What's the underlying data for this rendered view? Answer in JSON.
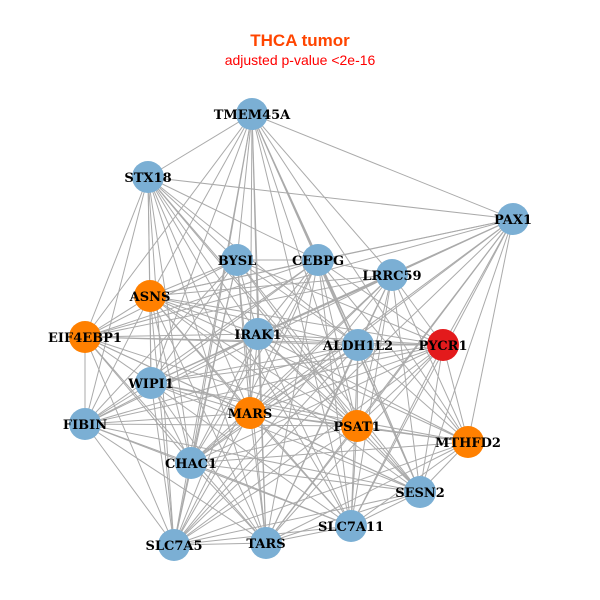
{
  "title": "THCA tumor",
  "subtitle": "adjusted p-value <2e-16",
  "colors": {
    "blue": "#7bafd4",
    "orange": "#ff8000",
    "red": "#e31a1c",
    "edge": "#aaaaaa"
  },
  "nodes": [
    {
      "id": "TMEM45A",
      "color": "blue"
    },
    {
      "id": "STX18",
      "color": "blue"
    },
    {
      "id": "PAX1",
      "color": "blue"
    },
    {
      "id": "BYSL",
      "color": "blue"
    },
    {
      "id": "CEBPG",
      "color": "blue"
    },
    {
      "id": "LRRC59",
      "color": "blue"
    },
    {
      "id": "ASNS",
      "color": "orange"
    },
    {
      "id": "EIF4EBP1",
      "color": "orange"
    },
    {
      "id": "IRAK1",
      "color": "blue"
    },
    {
      "id": "ALDH1L2",
      "color": "blue"
    },
    {
      "id": "PYCR1",
      "color": "red"
    },
    {
      "id": "WIPI1",
      "color": "blue"
    },
    {
      "id": "FIBIN",
      "color": "blue"
    },
    {
      "id": "MARS",
      "color": "orange"
    },
    {
      "id": "PSAT1",
      "color": "orange"
    },
    {
      "id": "MTHFD2",
      "color": "orange"
    },
    {
      "id": "CHAC1",
      "color": "blue"
    },
    {
      "id": "SESN2",
      "color": "blue"
    },
    {
      "id": "SLC7A11",
      "color": "blue"
    },
    {
      "id": "SLC7A5",
      "color": "blue"
    },
    {
      "id": "TARS",
      "color": "blue"
    }
  ],
  "edges": [
    [
      "TMEM45A",
      "STX18"
    ],
    [
      "TMEM45A",
      "PAX1"
    ],
    [
      "TMEM45A",
      "BYSL"
    ],
    [
      "TMEM45A",
      "CEBPG"
    ],
    [
      "TMEM45A",
      "LRRC59"
    ],
    [
      "TMEM45A",
      "ASNS"
    ],
    [
      "TMEM45A",
      "EIF4EBP1"
    ],
    [
      "TMEM45A",
      "IRAK1"
    ],
    [
      "TMEM45A",
      "ALDH1L2"
    ],
    [
      "TMEM45A",
      "WIPI1"
    ],
    [
      "TMEM45A",
      "MARS"
    ],
    [
      "TMEM45A",
      "PSAT1"
    ],
    [
      "TMEM45A",
      "CHAC1"
    ],
    [
      "TMEM45A",
      "SESN2"
    ],
    [
      "TMEM45A",
      "SLC7A11"
    ],
    [
      "TMEM45A",
      "SLC7A5"
    ],
    [
      "TMEM45A",
      "TARS"
    ],
    [
      "TMEM45A",
      "MTHFD2"
    ],
    [
      "STX18",
      "PAX1"
    ],
    [
      "STX18",
      "BYSL"
    ],
    [
      "STX18",
      "ASNS"
    ],
    [
      "STX18",
      "EIF4EBP1"
    ],
    [
      "STX18",
      "IRAK1"
    ],
    [
      "STX18",
      "WIPI1"
    ],
    [
      "STX18",
      "FIBIN"
    ],
    [
      "STX18",
      "MARS"
    ],
    [
      "STX18",
      "PSAT1"
    ],
    [
      "STX18",
      "CHAC1"
    ],
    [
      "STX18",
      "SLC7A5"
    ],
    [
      "STX18",
      "TARS"
    ],
    [
      "STX18",
      "SLC7A11"
    ],
    [
      "STX18",
      "ALDH1L2"
    ],
    [
      "STX18",
      "CEBPG"
    ],
    [
      "STX18",
      "SESN2"
    ],
    [
      "PAX1",
      "CEBPG"
    ],
    [
      "PAX1",
      "LRRC59"
    ],
    [
      "PAX1",
      "ASNS"
    ],
    [
      "PAX1",
      "EIF4EBP1"
    ],
    [
      "PAX1",
      "IRAK1"
    ],
    [
      "PAX1",
      "MARS"
    ],
    [
      "PAX1",
      "PSAT1"
    ],
    [
      "PAX1",
      "MTHFD2"
    ],
    [
      "PAX1",
      "SESN2"
    ],
    [
      "PAX1",
      "SLC7A11"
    ],
    [
      "PAX1",
      "CHAC1"
    ],
    [
      "PAX1",
      "TARS"
    ],
    [
      "PAX1",
      "PYCR1"
    ],
    [
      "PAX1",
      "WIPI1"
    ],
    [
      "PAX1",
      "SLC7A5"
    ],
    [
      "BYSL",
      "CEBPG"
    ],
    [
      "BYSL",
      "ASNS"
    ],
    [
      "BYSL",
      "IRAK1"
    ],
    [
      "BYSL",
      "WIPI1"
    ],
    [
      "BYSL",
      "MARS"
    ],
    [
      "BYSL",
      "PSAT1"
    ],
    [
      "BYSL",
      "CHAC1"
    ],
    [
      "BYSL",
      "TARS"
    ],
    [
      "BYSL",
      "SLC7A5"
    ],
    [
      "BYSL",
      "ALDH1L2"
    ],
    [
      "BYSL",
      "PYCR1"
    ],
    [
      "BYSL",
      "SESN2"
    ],
    [
      "BYSL",
      "FIBIN"
    ],
    [
      "BYSL",
      "EIF4EBP1"
    ],
    [
      "CEBPG",
      "LRRC59"
    ],
    [
      "CEBPG",
      "ASNS"
    ],
    [
      "CEBPG",
      "EIF4EBP1"
    ],
    [
      "CEBPG",
      "IRAK1"
    ],
    [
      "CEBPG",
      "ALDH1L2"
    ],
    [
      "CEBPG",
      "PYCR1"
    ],
    [
      "CEBPG",
      "WIPI1"
    ],
    [
      "CEBPG",
      "FIBIN"
    ],
    [
      "CEBPG",
      "MARS"
    ],
    [
      "CEBPG",
      "PSAT1"
    ],
    [
      "CEBPG",
      "MTHFD2"
    ],
    [
      "CEBPG",
      "CHAC1"
    ],
    [
      "CEBPG",
      "SESN2"
    ],
    [
      "CEBPG",
      "SLC7A11"
    ],
    [
      "CEBPG",
      "SLC7A5"
    ],
    [
      "CEBPG",
      "TARS"
    ],
    [
      "LRRC59",
      "ASNS"
    ],
    [
      "LRRC59",
      "EIF4EBP1"
    ],
    [
      "LRRC59",
      "IRAK1"
    ],
    [
      "LRRC59",
      "ALDH1L2"
    ],
    [
      "LRRC59",
      "PYCR1"
    ],
    [
      "LRRC59",
      "WIPI1"
    ],
    [
      "LRRC59",
      "FIBIN"
    ],
    [
      "LRRC59",
      "MARS"
    ],
    [
      "LRRC59",
      "PSAT1"
    ],
    [
      "LRRC59",
      "MTHFD2"
    ],
    [
      "LRRC59",
      "CHAC1"
    ],
    [
      "LRRC59",
      "SESN2"
    ],
    [
      "LRRC59",
      "SLC7A11"
    ],
    [
      "LRRC59",
      "SLC7A5"
    ],
    [
      "LRRC59",
      "TARS"
    ],
    [
      "ASNS",
      "EIF4EBP1"
    ],
    [
      "ASNS",
      "IRAK1"
    ],
    [
      "ASNS",
      "ALDH1L2"
    ],
    [
      "ASNS",
      "PYCR1"
    ],
    [
      "ASNS",
      "WIPI1"
    ],
    [
      "ASNS",
      "FIBIN"
    ],
    [
      "ASNS",
      "MARS"
    ],
    [
      "ASNS",
      "PSAT1"
    ],
    [
      "ASNS",
      "MTHFD2"
    ],
    [
      "ASNS",
      "CHAC1"
    ],
    [
      "ASNS",
      "SESN2"
    ],
    [
      "ASNS",
      "SLC7A11"
    ],
    [
      "ASNS",
      "SLC7A5"
    ],
    [
      "ASNS",
      "TARS"
    ],
    [
      "EIF4EBP1",
      "IRAK1"
    ],
    [
      "EIF4EBP1",
      "ALDH1L2"
    ],
    [
      "EIF4EBP1",
      "PYCR1"
    ],
    [
      "EIF4EBP1",
      "WIPI1"
    ],
    [
      "EIF4EBP1",
      "FIBIN"
    ],
    [
      "EIF4EBP1",
      "MARS"
    ],
    [
      "EIF4EBP1",
      "PSAT1"
    ],
    [
      "EIF4EBP1",
      "CHAC1"
    ],
    [
      "EIF4EBP1",
      "SLC7A5"
    ],
    [
      "EIF4EBP1",
      "TARS"
    ],
    [
      "EIF4EBP1",
      "SESN2"
    ],
    [
      "IRAK1",
      "ALDH1L2"
    ],
    [
      "IRAK1",
      "PYCR1"
    ],
    [
      "IRAK1",
      "WIPI1"
    ],
    [
      "IRAK1",
      "FIBIN"
    ],
    [
      "IRAK1",
      "MARS"
    ],
    [
      "IRAK1",
      "PSAT1"
    ],
    [
      "IRAK1",
      "MTHFD2"
    ],
    [
      "IRAK1",
      "CHAC1"
    ],
    [
      "IRAK1",
      "SESN2"
    ],
    [
      "IRAK1",
      "SLC7A11"
    ],
    [
      "IRAK1",
      "SLC7A5"
    ],
    [
      "IRAK1",
      "TARS"
    ],
    [
      "ALDH1L2",
      "PYCR1"
    ],
    [
      "ALDH1L2",
      "WIPI1"
    ],
    [
      "ALDH1L2",
      "FIBIN"
    ],
    [
      "ALDH1L2",
      "MARS"
    ],
    [
      "ALDH1L2",
      "PSAT1"
    ],
    [
      "ALDH1L2",
      "MTHFD2"
    ],
    [
      "ALDH1L2",
      "CHAC1"
    ],
    [
      "ALDH1L2",
      "SESN2"
    ],
    [
      "ALDH1L2",
      "SLC7A11"
    ],
    [
      "ALDH1L2",
      "SLC7A5"
    ],
    [
      "ALDH1L2",
      "TARS"
    ],
    [
      "PYCR1",
      "WIPI1"
    ],
    [
      "PYCR1",
      "FIBIN"
    ],
    [
      "PYCR1",
      "MARS"
    ],
    [
      "PYCR1",
      "PSAT1"
    ],
    [
      "PYCR1",
      "MTHFD2"
    ],
    [
      "PYCR1",
      "CHAC1"
    ],
    [
      "PYCR1",
      "SESN2"
    ],
    [
      "PYCR1",
      "SLC7A11"
    ],
    [
      "PYCR1",
      "SLC7A5"
    ],
    [
      "PYCR1",
      "TARS"
    ],
    [
      "WIPI1",
      "FIBIN"
    ],
    [
      "WIPI1",
      "MARS"
    ],
    [
      "WIPI1",
      "PSAT1"
    ],
    [
      "WIPI1",
      "MTHFD2"
    ],
    [
      "WIPI1",
      "CHAC1"
    ],
    [
      "WIPI1",
      "SESN2"
    ],
    [
      "WIPI1",
      "SLC7A11"
    ],
    [
      "WIPI1",
      "SLC7A5"
    ],
    [
      "WIPI1",
      "TARS"
    ],
    [
      "FIBIN",
      "MARS"
    ],
    [
      "FIBIN",
      "PSAT1"
    ],
    [
      "FIBIN",
      "CHAC1"
    ],
    [
      "FIBIN",
      "SLC7A5"
    ],
    [
      "FIBIN",
      "TARS"
    ],
    [
      "FIBIN",
      "SESN2"
    ],
    [
      "FIBIN",
      "SLC7A11"
    ],
    [
      "MARS",
      "PSAT1"
    ],
    [
      "MARS",
      "MTHFD2"
    ],
    [
      "MARS",
      "CHAC1"
    ],
    [
      "MARS",
      "SESN2"
    ],
    [
      "MARS",
      "SLC7A11"
    ],
    [
      "MARS",
      "SLC7A5"
    ],
    [
      "MARS",
      "TARS"
    ],
    [
      "PSAT1",
      "MTHFD2"
    ],
    [
      "PSAT1",
      "CHAC1"
    ],
    [
      "PSAT1",
      "SESN2"
    ],
    [
      "PSAT1",
      "SLC7A11"
    ],
    [
      "PSAT1",
      "SLC7A5"
    ],
    [
      "PSAT1",
      "TARS"
    ],
    [
      "MTHFD2",
      "CHAC1"
    ],
    [
      "MTHFD2",
      "SESN2"
    ],
    [
      "MTHFD2",
      "SLC7A11"
    ],
    [
      "MTHFD2",
      "SLC7A5"
    ],
    [
      "MTHFD2",
      "TARS"
    ],
    [
      "CHAC1",
      "SESN2"
    ],
    [
      "CHAC1",
      "SLC7A11"
    ],
    [
      "CHAC1",
      "SLC7A5"
    ],
    [
      "CHAC1",
      "TARS"
    ],
    [
      "SESN2",
      "SLC7A11"
    ],
    [
      "SESN2",
      "SLC7A5"
    ],
    [
      "SESN2",
      "TARS"
    ],
    [
      "SLC7A11",
      "SLC7A5"
    ],
    [
      "SLC7A11",
      "TARS"
    ],
    [
      "SLC7A5",
      "TARS"
    ]
  ]
}
